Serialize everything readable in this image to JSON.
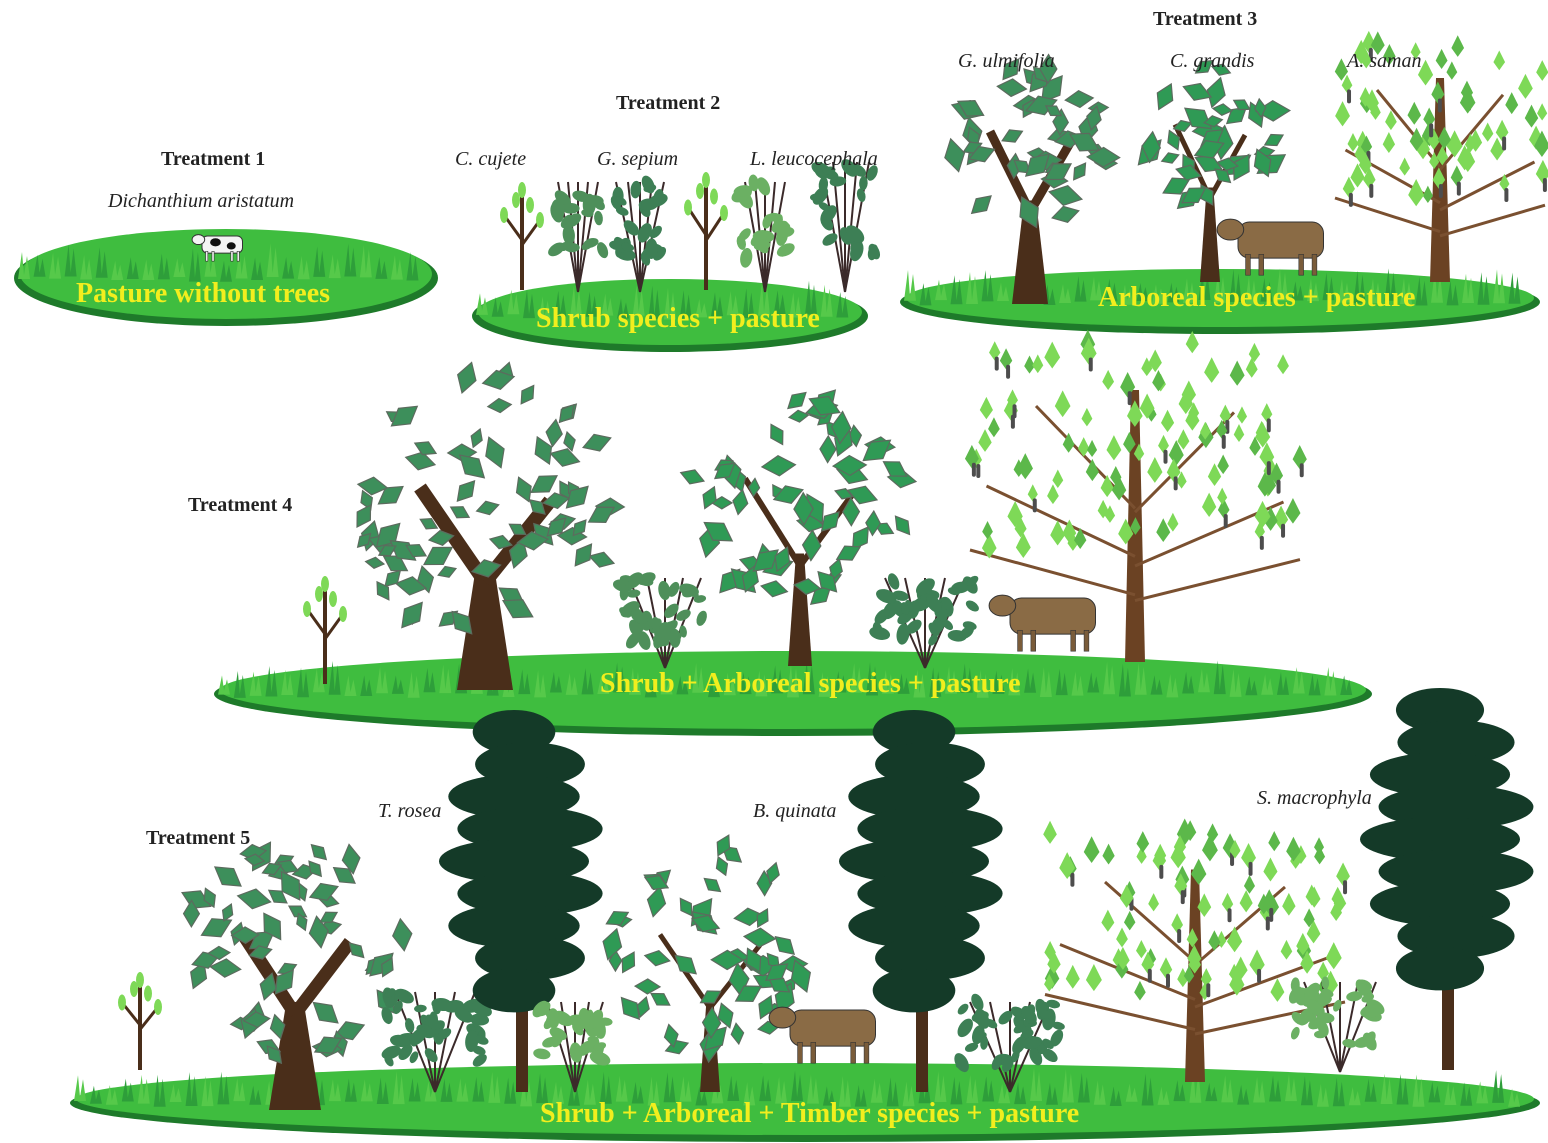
{
  "treatments": [
    {
      "heading": "Treatment 1",
      "species": [
        "Dichanthium aristatum"
      ],
      "caption": "Pasture  without trees"
    },
    {
      "heading": "Treatment 2",
      "species": [
        "C. cujete",
        "G. sepium",
        "L. leucocephala"
      ],
      "caption": "Shrub species + pasture"
    },
    {
      "heading": "Treatment 3",
      "species": [
        "G.  ulmifolia",
        "C. grandis",
        "A. saman"
      ],
      "caption": "Arboreal species + pasture"
    },
    {
      "heading": "Treatment 4",
      "species": [],
      "caption": "Shrub + Arboreal species + pasture"
    },
    {
      "heading": "Treatment 5",
      "species": [
        "T.  rosea",
        "B.  quinata",
        "S. macrophyla"
      ],
      "caption": "Shrub + Arboreal + Timber species + pasture"
    }
  ],
  "colors": {
    "grass": "#3fbd3f",
    "grass_dark": "#1e7a2a",
    "leaf_shrub": "#3d8f5b",
    "leaf_bright": "#7ed957",
    "leaf_timber": "#143a28",
    "trunk": "#4a2e1a",
    "caption": "#f2ee1e"
  }
}
